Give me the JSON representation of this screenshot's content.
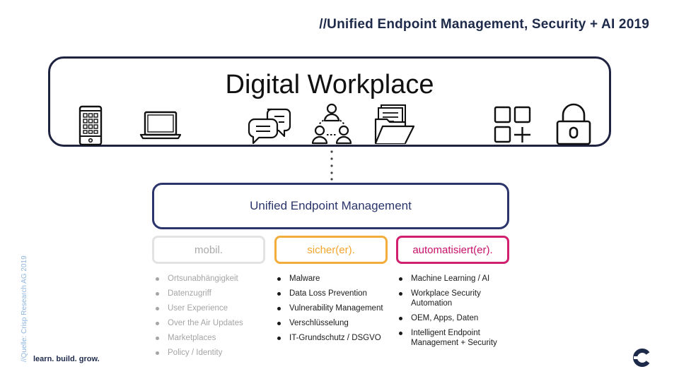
{
  "header": {
    "title": "//Unified Endpoint Management, Security + AI 2019"
  },
  "workplace": {
    "title": "Digital Workplace",
    "icons": [
      "smartphone-icon",
      "laptop-icon",
      "chat-bubbles-icon",
      "people-network-icon",
      "documents-folder-icon",
      "apps-grid-icon",
      "lock-icon"
    ]
  },
  "uem": {
    "label": "Unified Endpoint Management"
  },
  "pillars": [
    {
      "label": "mobil.",
      "color": "#a9a9a9",
      "items": [
        "Ortsunabhängigkeit",
        "Datenzugriff",
        "User Experience",
        "Over the Air Updates",
        "Marketplaces",
        "Policy / Identity"
      ]
    },
    {
      "label": "sicher(er).",
      "color": "#f2a52c",
      "items": [
        "Malware",
        "Data Loss Prevention",
        "Vulnerability Management",
        "Verschlüsselung",
        "IT-Grundschutz / DSGVO"
      ]
    },
    {
      "label": "automatisiert(er).",
      "color": "#c8106a",
      "items": [
        "Machine Learning / AI",
        "Workplace Security Automation",
        "OEM, Apps, Daten",
        "Intelligent Endpoint Management + Security"
      ]
    }
  ],
  "footer": {
    "source": "//Quelle: Crisp Research AG 2019",
    "slogan": "learn. build. grow."
  }
}
